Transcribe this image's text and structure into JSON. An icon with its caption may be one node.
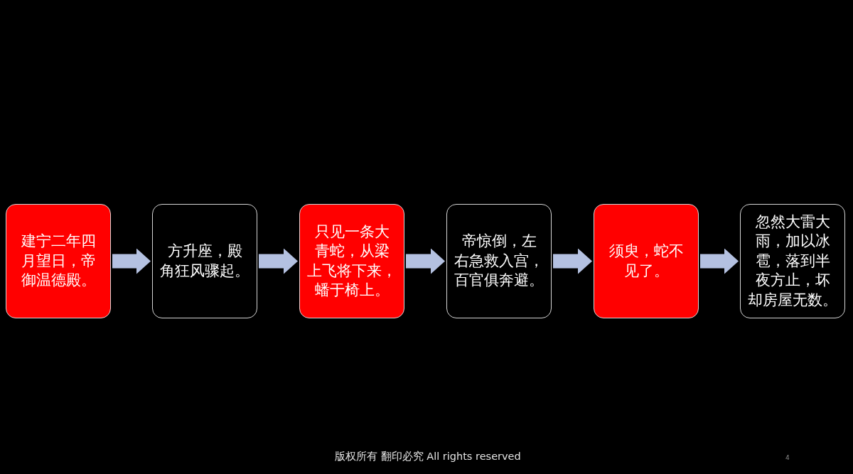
{
  "diagram": {
    "nodes": [
      {
        "text": [
          "建宁二年四月望日，帝御温德殿。"
        ]
      },
      {
        "text": [
          "方升座，殿角狂风骤起。"
        ]
      },
      {
        "text": [
          "只见一条大青蛇，从梁上飞将下来，蟠于椅上。"
        ]
      },
      {
        "text": [
          "帝惊倒，左右急救入宫，百官俱奔避。"
        ]
      },
      {
        "text": [
          "须臾，蛇不见了。"
        ]
      },
      {
        "text": [
          "忽然大雷大雨，加以冰雹，落到半夜方止，坏却房屋无数。"
        ]
      }
    ],
    "edges": [
      {
        "from": 0,
        "to": 1,
        "arrow": "to"
      },
      {
        "from": 1,
        "to": 2,
        "arrow": "to"
      },
      {
        "from": 2,
        "to": 3,
        "arrow": "to"
      },
      {
        "from": 3,
        "to": 4,
        "arrow": "to"
      },
      {
        "from": 4,
        "to": 5,
        "arrow": "to"
      }
    ],
    "labels": [
      "版权所有 翻印必究 All rights reserved",
      "4"
    ]
  }
}
